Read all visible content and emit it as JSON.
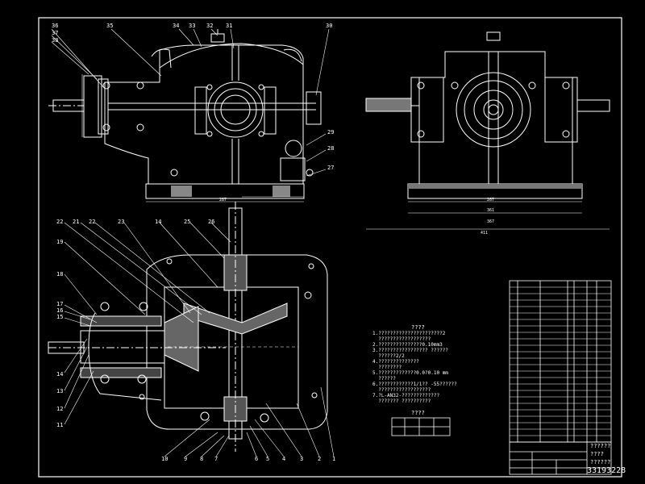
{
  "drawing": {
    "part_number": "33193228",
    "notes_title": "????",
    "notes": [
      "1.??????????????????????2",
      "  ??????????????????",
      "2.???????????????0.10mm3",
      "3.????????????????? ??????",
      "  ??????2/2",
      "4.??????????????",
      "  ????????",
      "5.?????????????0.0?0.10 mm",
      "  ??????",
      "6.????????????1/1?? -55??????",
      "  ??????????????????",
      "7.?L-AN32-?????????????",
      "  ??????? ??????????"
    ],
    "small_table_title": "????",
    "title_block": [
      "??????",
      "????",
      "??????"
    ],
    "top_view_callouts": [
      "36",
      "37",
      "38",
      "35",
      "34",
      "33",
      "32",
      "31",
      "30",
      "29",
      "28",
      "27"
    ],
    "section_view_callouts": [
      "22",
      "21",
      "22",
      "23",
      "14",
      "25",
      "26",
      "19",
      "18",
      "17",
      "16",
      "15",
      "14",
      "13",
      "12",
      "11",
      "10",
      "9",
      "8",
      "7",
      "6",
      "5",
      "4",
      "3",
      "2",
      "1"
    ],
    "dimensions": [
      "287",
      "267",
      "361",
      "367",
      "411"
    ]
  },
  "colors": {
    "background": "#000000",
    "line": "#ffffff",
    "hatch": "#c8c8c8"
  }
}
